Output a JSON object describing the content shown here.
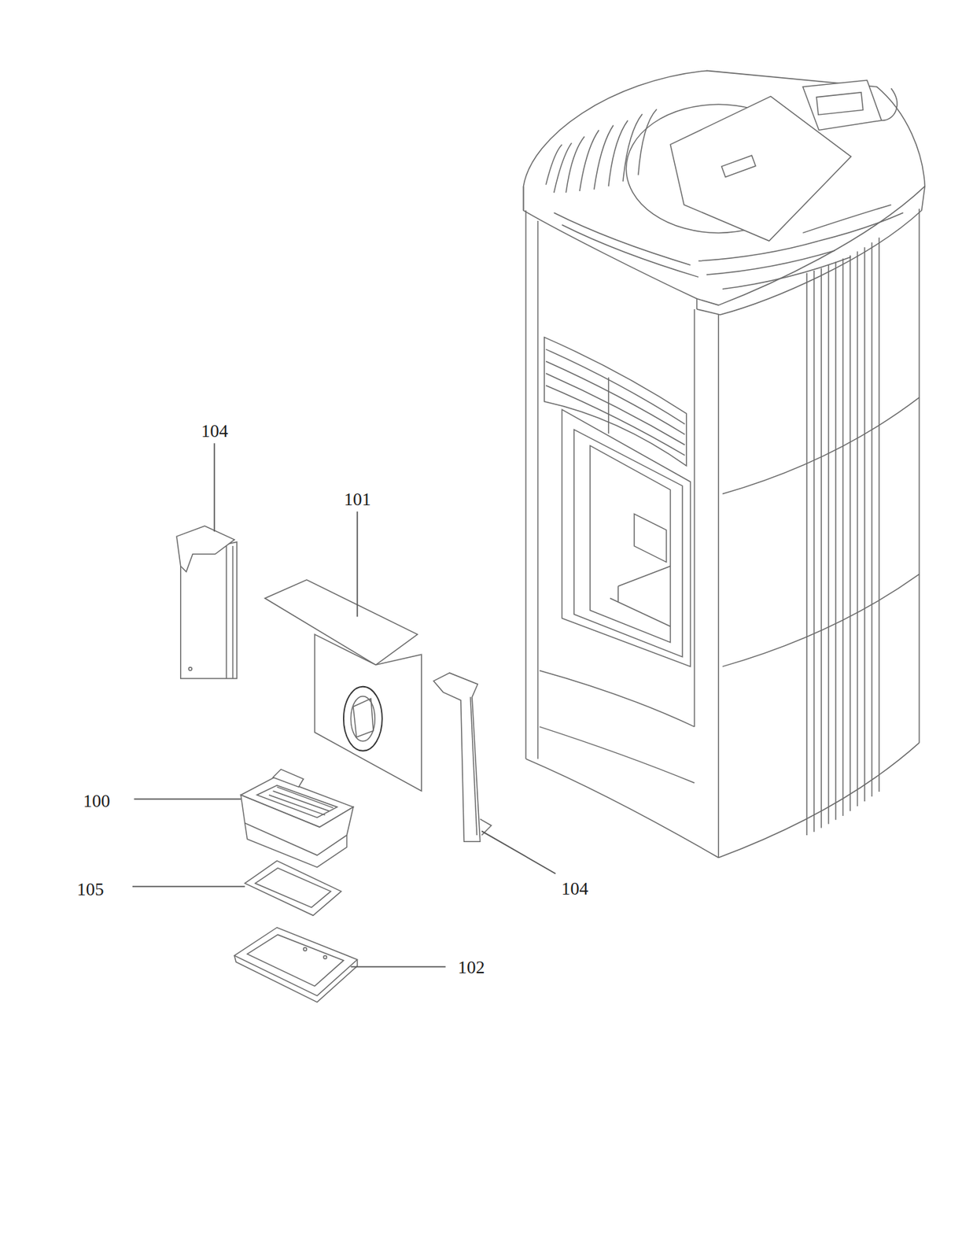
{
  "diagram": {
    "labels": [
      "104",
      "101",
      "100",
      "105",
      "104",
      "102"
    ]
  }
}
